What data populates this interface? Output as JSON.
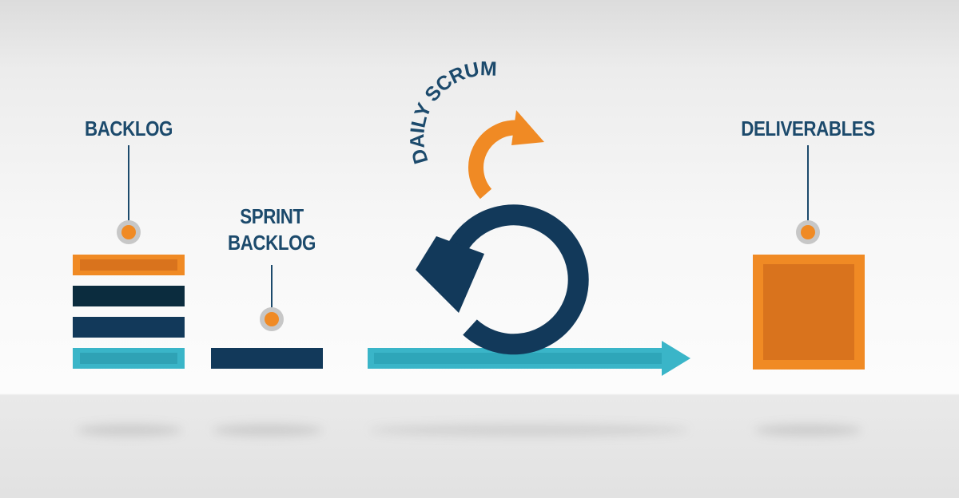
{
  "labels": {
    "backlog": "BACKLOG",
    "sprint_backlog_line1": "SPRINT",
    "sprint_backlog_line2": "BACKLOG",
    "daily_scrum": "DAILY SCRUM",
    "deliverables": "DELIVERABLES"
  },
  "colors": {
    "orange": "#f08a24",
    "orange_dark": "#d9731d",
    "navy": "#12395a",
    "navy_dark": "#0b2c3e",
    "teal": "#3ab5c8",
    "label": "#1c4a6c",
    "pin_ring": "#c7c7c7"
  },
  "icons": [
    "pin-icon",
    "sprint-loop-arrow-icon",
    "daily-scrum-arrow-icon",
    "progress-arrow-icon"
  ]
}
